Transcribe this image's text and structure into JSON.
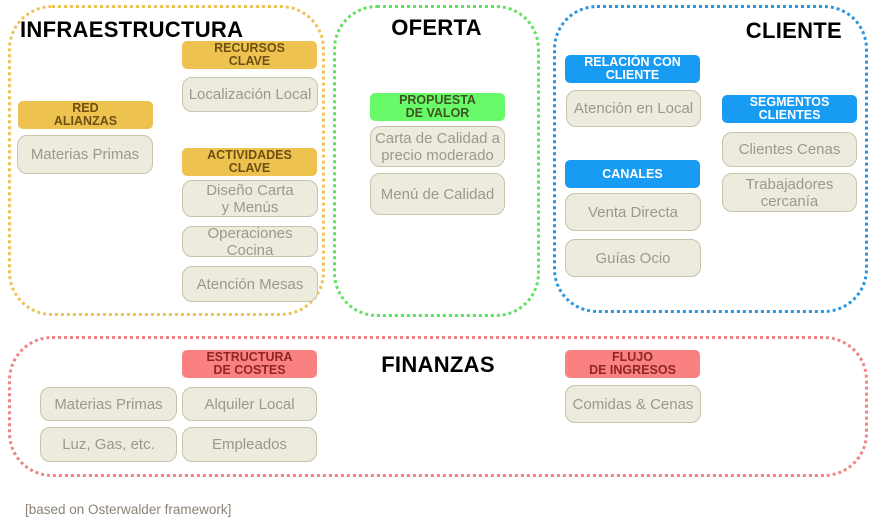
{
  "sections": {
    "infraestructura": {
      "title": "INFRAESTRUCTURA",
      "accent_color": "#ecc455",
      "groups": {
        "red_alianzas": {
          "header": "RED\nALIANZAS",
          "items": [
            "Materias Primas"
          ]
        },
        "recursos_clave": {
          "header": "RECURSOS\nCLAVE",
          "items": [
            "Localización Local"
          ]
        },
        "actividades_clave": {
          "header": "ACTIVIDADES\nCLAVE",
          "items": [
            "Diseño Carta\ny Menús",
            "Operaciones Cocina",
            "Atención Mesas"
          ]
        }
      }
    },
    "oferta": {
      "title": "OFERTA",
      "accent_color": "#68fa68",
      "groups": {
        "propuesta_valor": {
          "header": "PROPUESTA\nDE VALOR",
          "items": [
            "Carta de Calidad a\nprecio moderado",
            "Menú de Calidad"
          ]
        }
      }
    },
    "cliente": {
      "title": "CLIENTE",
      "accent_color": "#189bf2",
      "groups": {
        "relacion_cliente": {
          "header": "RELACIÓN CON\nCLIENTE",
          "items": [
            "Atención en Local"
          ]
        },
        "canales": {
          "header": "CANALES",
          "items": [
            "Venta Directa",
            "Guías Ocio"
          ]
        },
        "segmentos_clientes": {
          "header": "SEGMENTOS\nCLIENTES",
          "items": [
            "Clientes Cenas",
            "Trabajadores\ncercanía"
          ]
        }
      }
    },
    "finanzas": {
      "title": "FINANZAS",
      "accent_color": "#f98181",
      "groups": {
        "estructura_costes": {
          "header": "ESTRUCTURA\nDE COSTES",
          "items": [
            "Materias Primas",
            "Luz, Gas, etc.",
            "Alquiler Local",
            "Empleados"
          ]
        },
        "flujo_ingresos": {
          "header": "FLUJO\nDE INGRESOS",
          "items": [
            "Comidas & Cenas"
          ]
        }
      }
    }
  },
  "footer": {
    "credit": "[based on Osterwalder framework]"
  }
}
